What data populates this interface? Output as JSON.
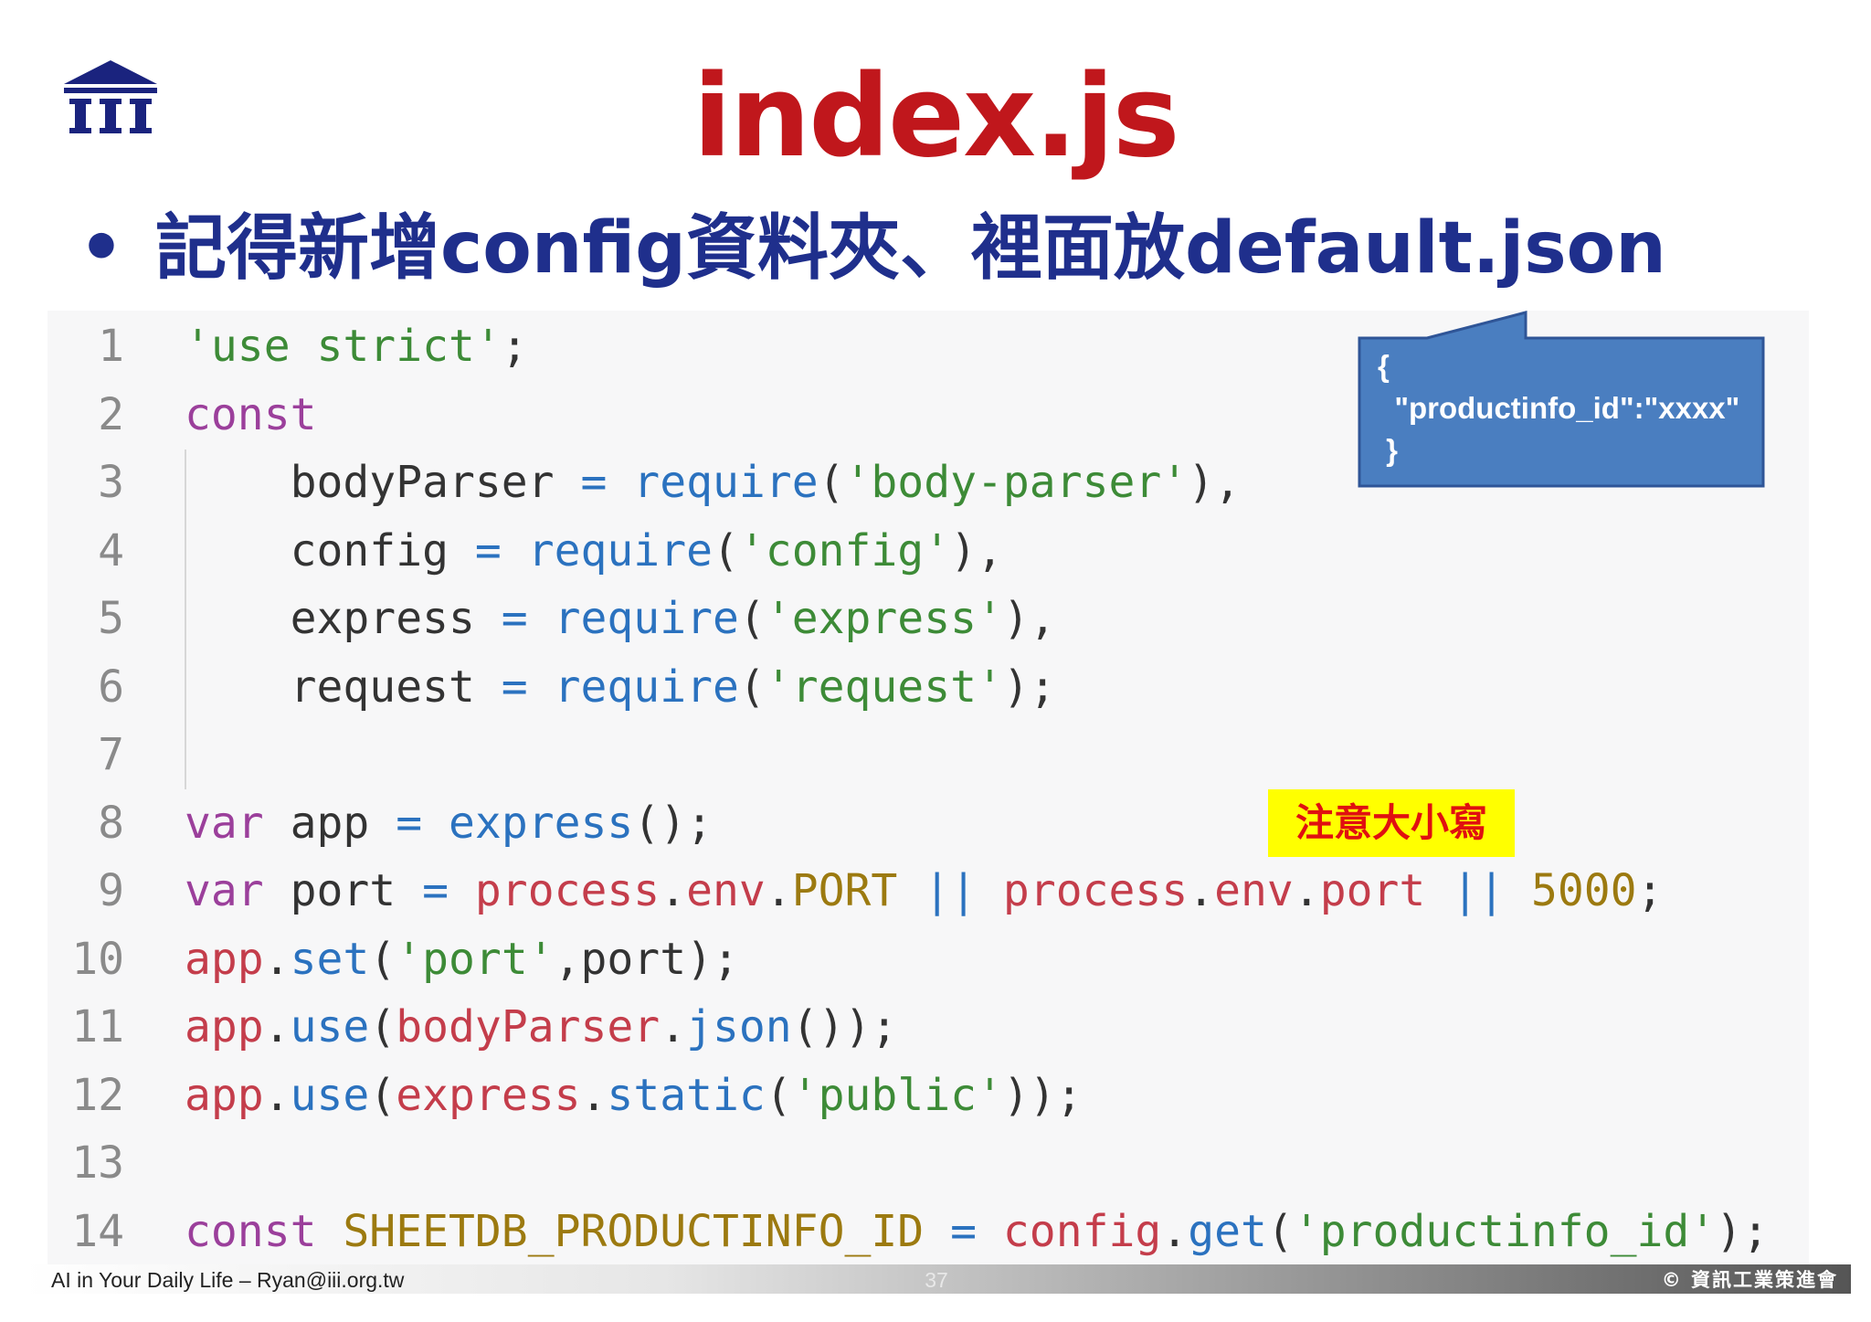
{
  "slide": {
    "title": "index.js",
    "bullet_marker": "•",
    "bullet": "記得新增config資料夾、裡面放default.json"
  },
  "code": {
    "lines": [
      {
        "num": "1",
        "tokens": [
          [
            "'use strict'",
            "str"
          ],
          [
            ";",
            "punc"
          ]
        ]
      },
      {
        "num": "2",
        "tokens": [
          [
            "const",
            "kw"
          ]
        ]
      },
      {
        "num": "3",
        "tokens": [
          [
            "    bodyParser ",
            "plain"
          ],
          [
            "=",
            "fn"
          ],
          [
            " ",
            "plain"
          ],
          [
            "require",
            "fn"
          ],
          [
            "(",
            "punc"
          ],
          [
            "'body-parser'",
            "str"
          ],
          [
            "),",
            "punc"
          ]
        ]
      },
      {
        "num": "4",
        "tokens": [
          [
            "    config ",
            "plain"
          ],
          [
            "=",
            "fn"
          ],
          [
            " ",
            "plain"
          ],
          [
            "require",
            "fn"
          ],
          [
            "(",
            "punc"
          ],
          [
            "'config'",
            "str"
          ],
          [
            "),",
            "punc"
          ]
        ]
      },
      {
        "num": "5",
        "tokens": [
          [
            "    express ",
            "plain"
          ],
          [
            "=",
            "fn"
          ],
          [
            " ",
            "plain"
          ],
          [
            "require",
            "fn"
          ],
          [
            "(",
            "punc"
          ],
          [
            "'express'",
            "str"
          ],
          [
            "),",
            "punc"
          ]
        ]
      },
      {
        "num": "6",
        "tokens": [
          [
            "    request ",
            "plain"
          ],
          [
            "=",
            "fn"
          ],
          [
            " ",
            "plain"
          ],
          [
            "require",
            "fn"
          ],
          [
            "(",
            "punc"
          ],
          [
            "'request'",
            "str"
          ],
          [
            ");",
            "punc"
          ]
        ]
      },
      {
        "num": "7",
        "tokens": []
      },
      {
        "num": "8",
        "tokens": [
          [
            "var",
            "kw"
          ],
          [
            " app ",
            "plain"
          ],
          [
            "=",
            "fn"
          ],
          [
            " ",
            "plain"
          ],
          [
            "express",
            "fn"
          ],
          [
            "();",
            "punc"
          ]
        ]
      },
      {
        "num": "9",
        "tokens": [
          [
            "var",
            "kw"
          ],
          [
            " port ",
            "plain"
          ],
          [
            "=",
            "fn"
          ],
          [
            " ",
            "plain"
          ],
          [
            "process",
            "obj"
          ],
          [
            ".",
            "punc"
          ],
          [
            "env",
            "obj"
          ],
          [
            ".",
            "punc"
          ],
          [
            "PORT",
            "cst"
          ],
          [
            " ",
            "plain"
          ],
          [
            "||",
            "fn"
          ],
          [
            " ",
            "plain"
          ],
          [
            "process",
            "obj"
          ],
          [
            ".",
            "punc"
          ],
          [
            "env",
            "obj"
          ],
          [
            ".",
            "punc"
          ],
          [
            "port",
            "obj"
          ],
          [
            " ",
            "plain"
          ],
          [
            "||",
            "fn"
          ],
          [
            " ",
            "plain"
          ],
          [
            "5000",
            "num"
          ],
          [
            ";",
            "punc"
          ]
        ]
      },
      {
        "num": "10",
        "tokens": [
          [
            "app",
            "obj"
          ],
          [
            ".",
            "punc"
          ],
          [
            "set",
            "fn"
          ],
          [
            "(",
            "punc"
          ],
          [
            "'port'",
            "str"
          ],
          [
            ",port);",
            "punc"
          ]
        ]
      },
      {
        "num": "11",
        "tokens": [
          [
            "app",
            "obj"
          ],
          [
            ".",
            "punc"
          ],
          [
            "use",
            "fn"
          ],
          [
            "(",
            "punc"
          ],
          [
            "bodyParser",
            "obj"
          ],
          [
            ".",
            "punc"
          ],
          [
            "json",
            "fn"
          ],
          [
            "());",
            "punc"
          ]
        ]
      },
      {
        "num": "12",
        "tokens": [
          [
            "app",
            "obj"
          ],
          [
            ".",
            "punc"
          ],
          [
            "use",
            "fn"
          ],
          [
            "(",
            "punc"
          ],
          [
            "express",
            "obj"
          ],
          [
            ".",
            "punc"
          ],
          [
            "static",
            "fn"
          ],
          [
            "(",
            "punc"
          ],
          [
            "'public'",
            "str"
          ],
          [
            "));",
            "punc"
          ]
        ]
      },
      {
        "num": "13",
        "tokens": []
      },
      {
        "num": "14",
        "tokens": [
          [
            "const",
            "kw"
          ],
          [
            " ",
            "plain"
          ],
          [
            "SHEETDB_PRODUCTINFO_ID",
            "cst"
          ],
          [
            " ",
            "plain"
          ],
          [
            "=",
            "fn"
          ],
          [
            " ",
            "plain"
          ],
          [
            "config",
            "obj"
          ],
          [
            ".",
            "punc"
          ],
          [
            "get",
            "fn"
          ],
          [
            "(",
            "punc"
          ],
          [
            "'productinfo_id'",
            "str"
          ],
          [
            ");",
            "punc"
          ]
        ]
      }
    ]
  },
  "callout": {
    "text": "{\n  \"productinfo_id\":\"xxxx\"\n }"
  },
  "note": {
    "text": "注意大小寫"
  },
  "footer": {
    "left": "AI in Your Daily Life  – Ryan@iii.org.tw",
    "page": "37",
    "right": "© 資訊工業策進會"
  },
  "colors": {
    "title": "#c0171c",
    "bullet": "#1f2f8c",
    "callout_fill": "#4a7ec0",
    "note_bg": "#ffff00",
    "note_text": "#e01010",
    "string": "#3d8b37",
    "keyword": "#9b3f9b",
    "function": "#2b72bf",
    "object": "#c43d4b",
    "number": "#9c7a10"
  },
  "icons": {
    "logo": "iii-institute-logo-icon"
  }
}
